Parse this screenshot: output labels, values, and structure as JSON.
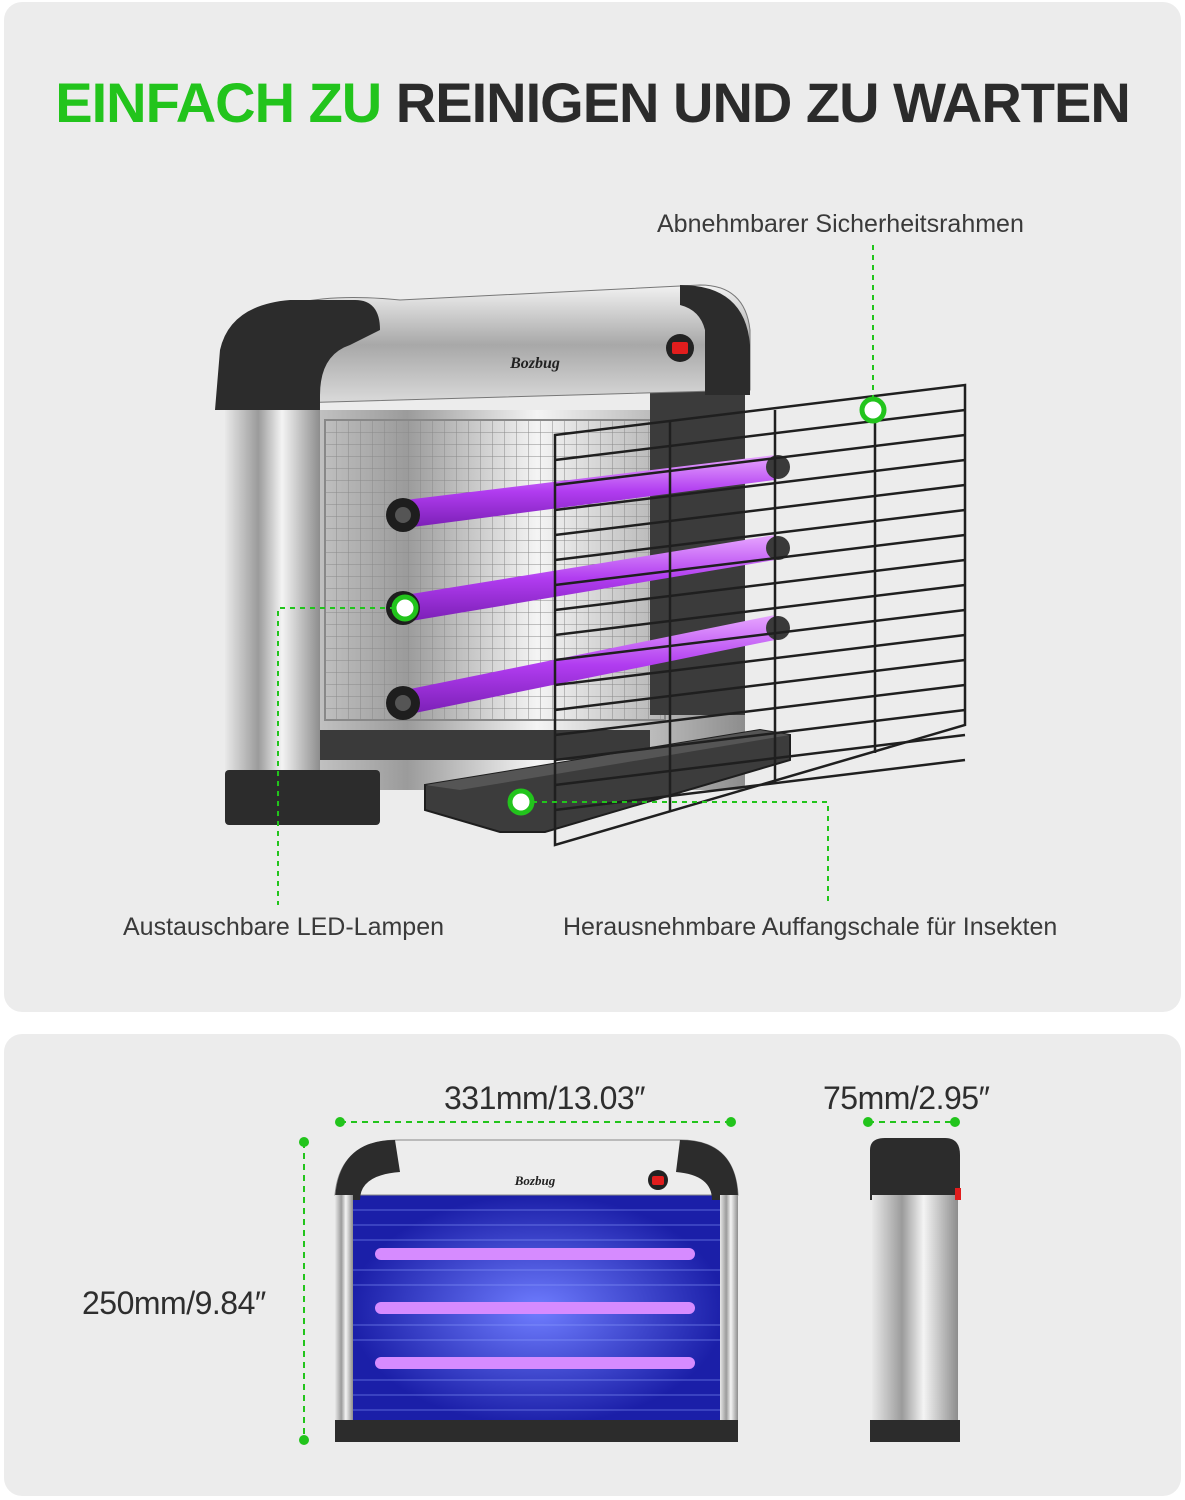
{
  "headline": {
    "part_green": "EINFACH ZU",
    "part_dark": "REINIGEN UND ZU WARTEN"
  },
  "product": {
    "brand": "Bozbug"
  },
  "callouts": {
    "frame": "Abnehmbarer Sicherheitsrahmen",
    "lamps": "Austauschbare LED-Lampen",
    "tray": "Herausnehmbare Auffangschale für Insekten"
  },
  "dimensions": {
    "width": "331mm/13.03″",
    "depth": "75mm/2.95″",
    "height": "250mm/9.84″"
  },
  "colors": {
    "accent": "#22c41c",
    "uv": "#b13cf0",
    "panel": "#ececec",
    "text": "#2b2b2b"
  }
}
